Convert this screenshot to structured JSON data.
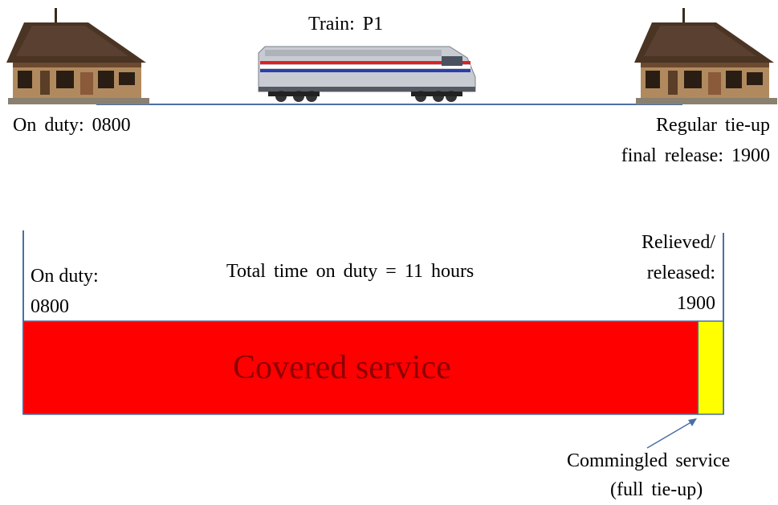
{
  "top_scene": {
    "train_label": "Train:  P1",
    "on_duty_label": "On duty:  0800",
    "tie_up_line1": "Regular  tie-up",
    "tie_up_line2": "final  release:  1900"
  },
  "timeline": {
    "on_duty_line1": "On duty:",
    "on_duty_line2": "0800",
    "total_time": "Total  time  on  duty = 11  hours",
    "relieved_line1": "Relieved/",
    "relieved_line2": "released:",
    "relieved_line3": "1900",
    "covered_label": "Covered service",
    "commingled_line1": "Commingled  service",
    "commingled_line2": "(full  tie-up)",
    "colors": {
      "covered": "#ff0000",
      "commingled": "#ffff00",
      "outline": "#4a6fa5"
    },
    "covered_hours": 10.6,
    "commingled_hours": 0.4,
    "total_hours": 11
  }
}
